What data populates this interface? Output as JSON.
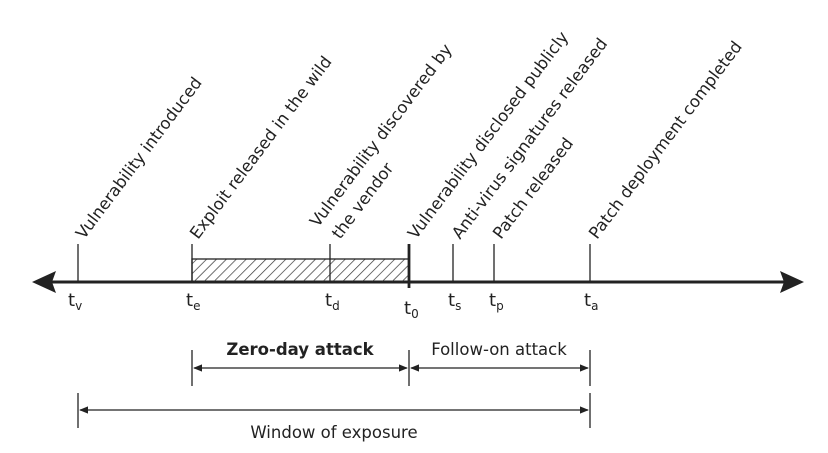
{
  "events": [
    {
      "id": "tv",
      "symbol": "t",
      "subscript": "v",
      "label": "Vulnerability introduced"
    },
    {
      "id": "te",
      "symbol": "t",
      "subscript": "e",
      "label": "Exploit released in the wild"
    },
    {
      "id": "td",
      "symbol": "t",
      "subscript": "d",
      "label": "Vulnerability discovered by",
      "label2": "the vendor"
    },
    {
      "id": "t0",
      "symbol": "t",
      "subscript": "0",
      "label": "Vulnerability disclosed publicly"
    },
    {
      "id": "ts",
      "symbol": "t",
      "subscript": "s",
      "label": "Anti-virus signatures released"
    },
    {
      "id": "tp",
      "symbol": "t",
      "subscript": "p",
      "label": "Patch released"
    },
    {
      "id": "ta",
      "symbol": "t",
      "subscript": "a",
      "label": "Patch deployment completed"
    }
  ],
  "spans": {
    "zero_day": "Zero-day attack",
    "follow_on": "Follow-on attack",
    "window": "Window of exposure"
  },
  "colors": {
    "line": "#222222",
    "hatch": "#333333"
  }
}
